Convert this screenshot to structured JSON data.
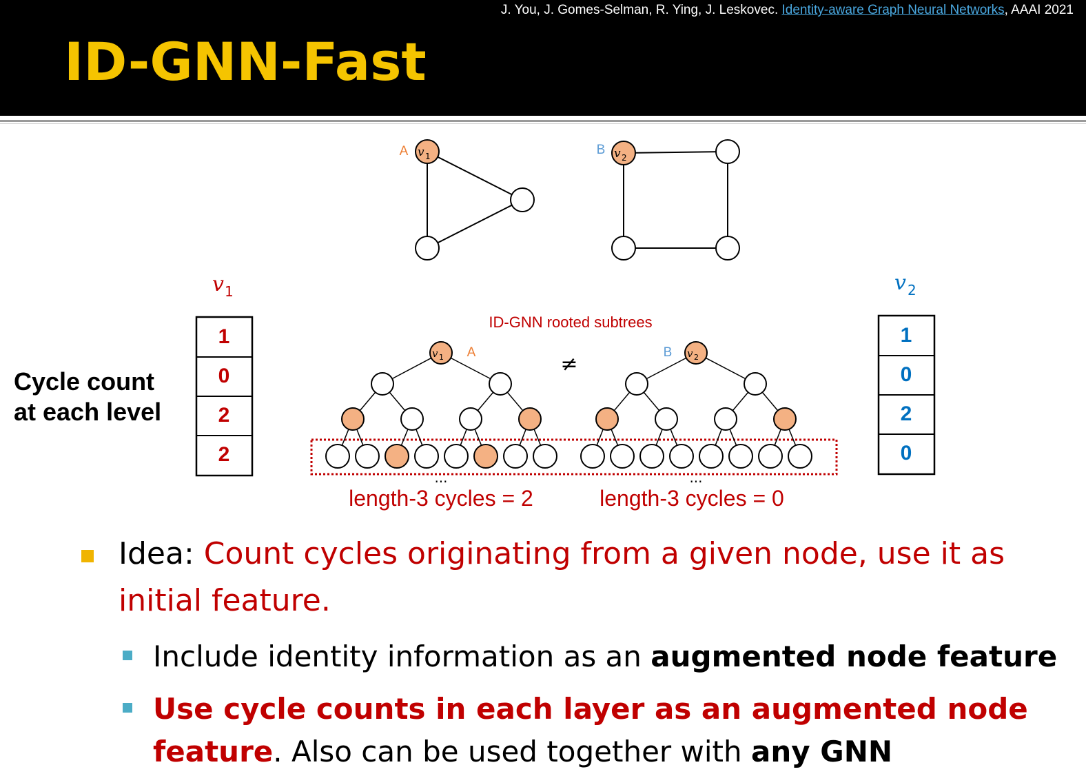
{
  "header": {
    "citation_prefix": "J. You, J. Gomes-Selman, R. Ying, J. Leskovec. ",
    "citation_link": "Identity-aware Graph Neural Networks",
    "citation_suffix": ", AAAI 2021",
    "title": "ID-GNN-Fast"
  },
  "diagram": {
    "graph_a": {
      "label": "A",
      "node": "v",
      "sub": "1"
    },
    "graph_b": {
      "label": "B",
      "node": "v",
      "sub": "2"
    },
    "subtrees_title": "ID-GNN rooted subtrees",
    "not_equal": "≠",
    "tree_a": {
      "label": "A",
      "node": "v",
      "sub": "1",
      "leaves_highlighted": [
        2,
        5
      ]
    },
    "tree_b": {
      "label": "B",
      "node": "v",
      "sub": "2",
      "leaves_highlighted": []
    },
    "ellipsis": "...",
    "caption_a": "length-3 cycles = 2",
    "caption_b": "length-3 cycles = 0"
  },
  "counts": {
    "label_line1": "Cycle count",
    "label_line2": "at each level",
    "v1": {
      "node": "v",
      "sub": "1",
      "values": [
        "1",
        "0",
        "2",
        "2"
      ]
    },
    "v2": {
      "node": "v",
      "sub": "2",
      "values": [
        "1",
        "0",
        "2",
        "0"
      ]
    }
  },
  "bullets": {
    "idea_prefix": "Idea: ",
    "idea_text_line1": "Count cycles originating from a given node, use it as",
    "idea_text_line2": "initial feature.",
    "sub1_prefix": "Include identity information as an ",
    "sub1_bold": "augmented node feature",
    "sub2_red_line1": "Use cycle counts in each layer as an augmented node",
    "sub2_red_line2": "feature",
    "sub2_rest": ". Also can be used together with ",
    "sub2_bold": "any GNN"
  },
  "colors": {
    "highlight_node": "#f4b183",
    "red": "#c00000",
    "blue": "#0070c0",
    "orange_label": "#ed7d31",
    "blue_label": "#5b9bd5",
    "title_gold": "#f5c400"
  }
}
